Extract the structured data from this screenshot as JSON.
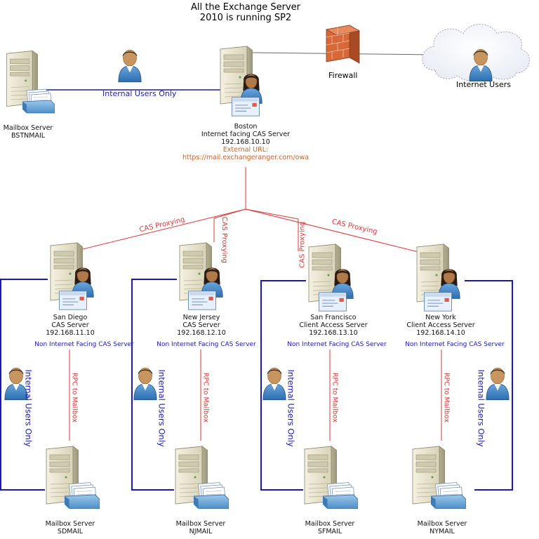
{
  "title": [
    "All the Exchange Server",
    "2010 is running SP2"
  ],
  "boston": {
    "name": "Boston",
    "role": "Internet facing CAS Server",
    "ip": "192.168.10.10",
    "external_label": "External URL:",
    "external_url": "https://mail.exchangeranger.com/owa"
  },
  "bstn_mailbox": {
    "role": "Mailbox Server",
    "name": "BSTNMAIL"
  },
  "internal_users_only_top": "Internal Users Only",
  "firewall": "Firewall",
  "internet_users": "Internet Users",
  "cas_proxying": "CAS Proxying",
  "rpc_to_mailbox": "RPC to Mailbox",
  "internal_users_only": "Internal Users Only",
  "sites": [
    {
      "city": "San Diego",
      "role": "CAS Server",
      "ip": "192.168.11.10",
      "note": "Non Internet Facing CAS Server",
      "mailbox_role": "Mailbox Server",
      "mailbox_name": "SDMAIL"
    },
    {
      "city": "New Jersey",
      "role": "CAS Server",
      "ip": "192.168.12.10",
      "note": "Non Internet Facing CAS Server",
      "mailbox_role": "Mailbox Server",
      "mailbox_name": "NJMAIL"
    },
    {
      "city": "San Francisco",
      "role": "Client Access Server",
      "ip": "192.168.13.10",
      "note": "Non Internet Facing CAS Server",
      "mailbox_role": "Mailbox Server",
      "mailbox_name": "SFMAIL"
    },
    {
      "city": "New York",
      "role": "Client Access Server",
      "ip": "192.168.14.10",
      "note": "Non Internet Facing CAS Server",
      "mailbox_role": "Mailbox Server",
      "mailbox_name": "NYMAIL"
    }
  ],
  "colors": {
    "internal_link": "#1a1ab0",
    "proxy_link": "#d83a3a",
    "internet_link": "#666666",
    "firewall": "#c8552a"
  }
}
